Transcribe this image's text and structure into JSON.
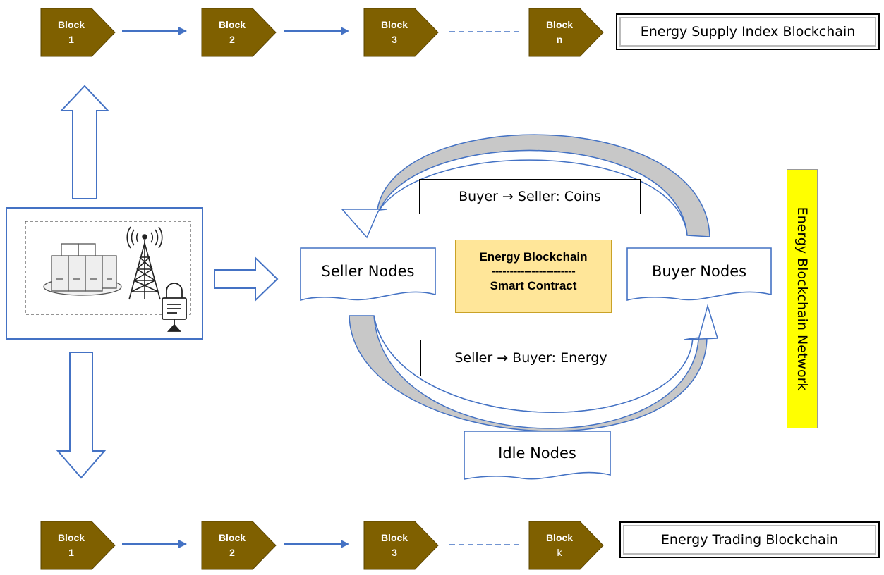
{
  "top_chain": {
    "title": "Energy Supply Index Blockchain",
    "blocks": [
      {
        "word": "Block",
        "num": "1"
      },
      {
        "word": "Block",
        "num": "2"
      },
      {
        "word": "Block",
        "num": "3"
      },
      {
        "word": "Block",
        "num": "n"
      }
    ]
  },
  "bottom_chain": {
    "title": "Energy Trading Blockchain",
    "blocks": [
      {
        "word": "Block",
        "num": "1"
      },
      {
        "word": "Block",
        "num": "2"
      },
      {
        "word": "Block",
        "num": "3"
      },
      {
        "word": "Block",
        "num": "k"
      }
    ]
  },
  "nodes": {
    "seller": "Seller Nodes",
    "buyer": "Buyer Nodes",
    "idle": "Idle Nodes"
  },
  "messages": {
    "buyer_to_seller": "Buyer → Seller: Coins",
    "seller_to_buyer": "Seller → Buyer: Energy"
  },
  "smart_contract": {
    "line1": "Energy Blockchain",
    "divider": "-----------------------",
    "line2": "Smart Contract"
  },
  "network_label": "Energy Blockchain Network",
  "colors": {
    "block_fill": "#7f6000",
    "arrow_blue": "#4472c4",
    "contract_fill": "#ffe699",
    "network_fill": "#ffff00",
    "arrow_shadow": "#c8c8c8"
  }
}
